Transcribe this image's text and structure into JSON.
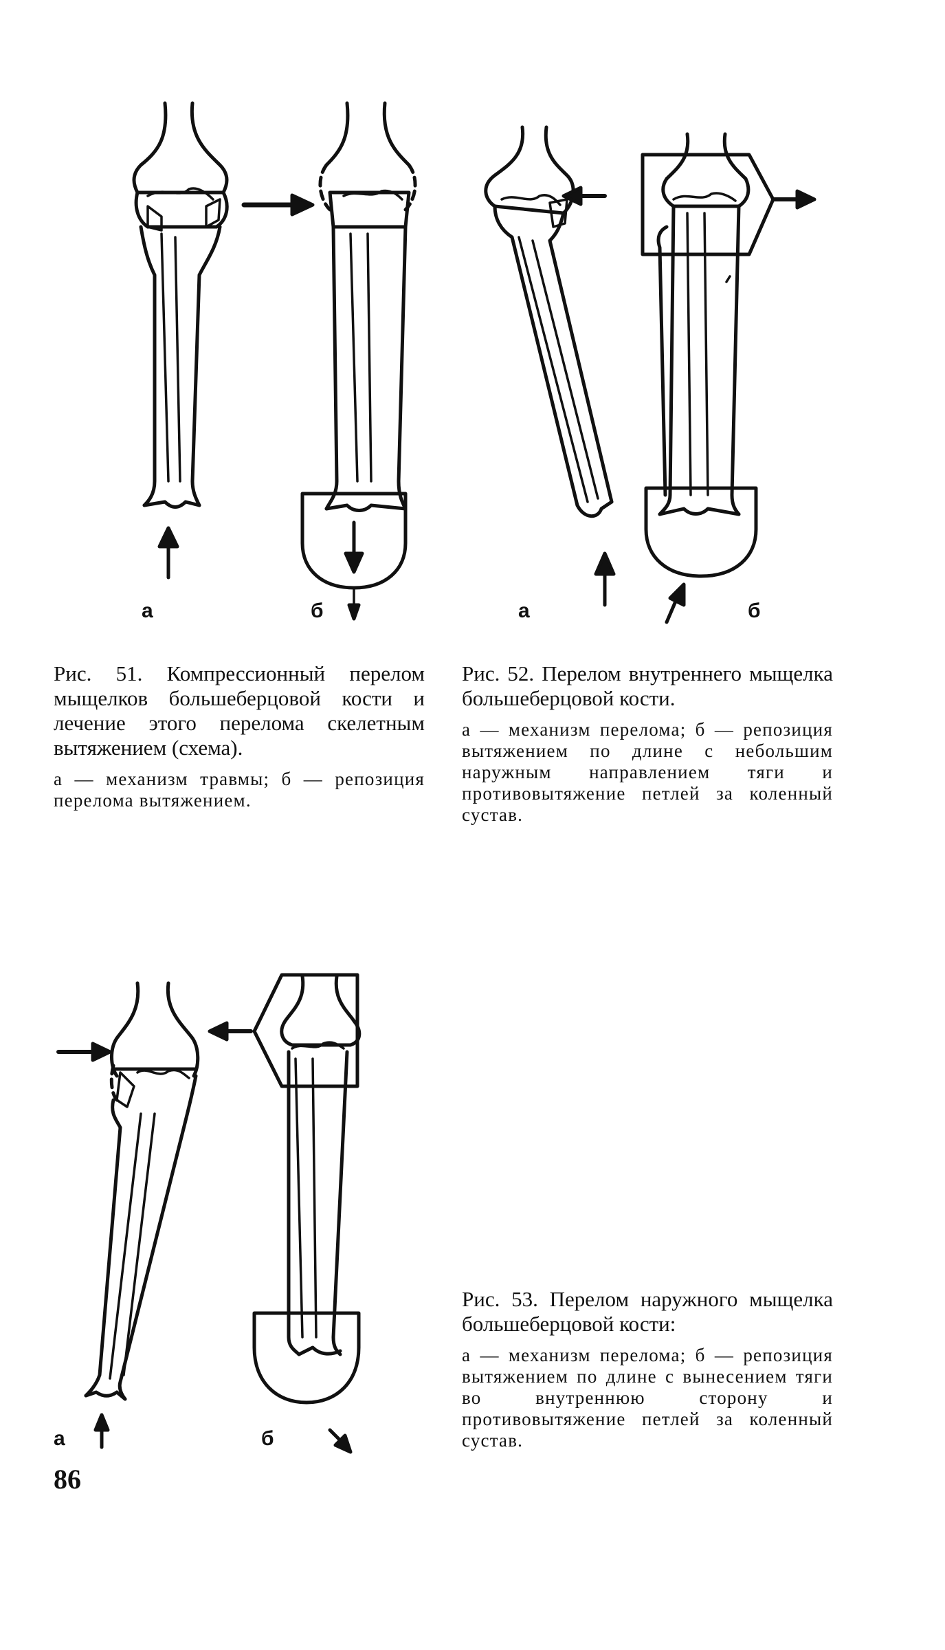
{
  "figures": [
    {
      "caption_title": "Рис. 51. Компрессионный перелом мыщелков большеберцовой кости и лечение этого перелома скелетным вытяжением (схема).",
      "caption_body": "а — механизм травмы; б — репозиция перелома вытяжением.",
      "panel_a_label": "а",
      "panel_b_label": "б"
    },
    {
      "caption_title": "Рис. 52. Перелом внутреннего мыщелка большеберцовой кости.",
      "caption_body": "а — механизм перелома; б — репозиция вытяжением по длине с небольшим наружным направлением тяги и противовытяжение петлей за коленный сустав.",
      "panel_a_label": "а",
      "panel_b_label": "б"
    },
    {
      "caption_title": "Рис. 53. Перелом наружного мыщелка большеберцовой кости:",
      "caption_body": "а — механизм перелома; б — репозиция вытяжением по длине с вынесением тяги во внутреннюю сторону и противовытяжение петлей за коленный сустав.",
      "panel_a_label": "а",
      "panel_b_label": "б"
    }
  ],
  "page_number": "86"
}
